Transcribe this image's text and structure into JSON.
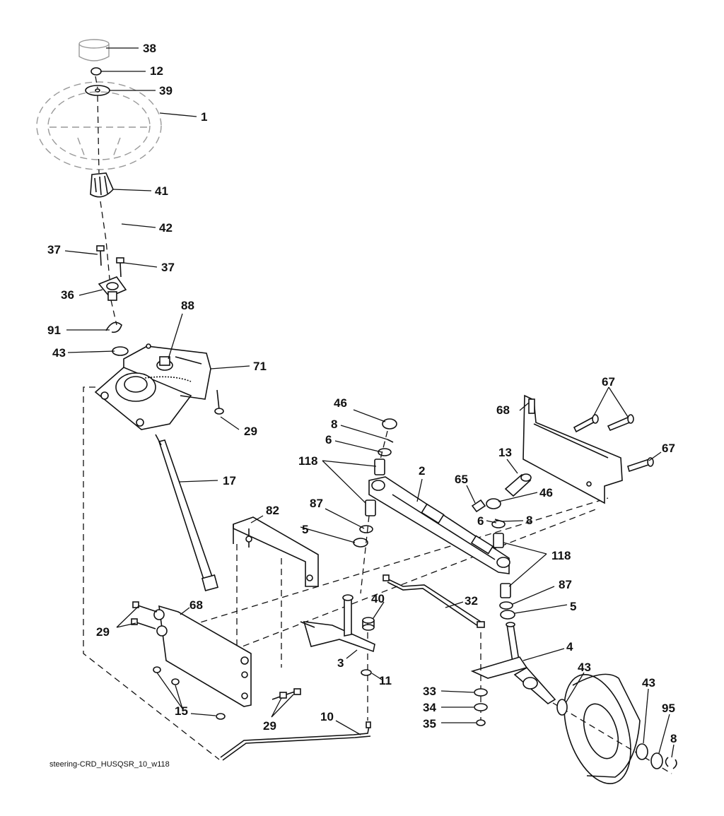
{
  "caption": "steering-CRD_HUSQSR_10_w118",
  "callouts": [
    {
      "id": "c-38",
      "text": "38"
    },
    {
      "id": "c-12",
      "text": "12"
    },
    {
      "id": "c-39",
      "text": "39"
    },
    {
      "id": "c-1",
      "text": "1"
    },
    {
      "id": "c-41",
      "text": "41"
    },
    {
      "id": "c-42",
      "text": "42"
    },
    {
      "id": "c-37a",
      "text": "37"
    },
    {
      "id": "c-37b",
      "text": "37"
    },
    {
      "id": "c-36",
      "text": "36"
    },
    {
      "id": "c-88",
      "text": "88"
    },
    {
      "id": "c-91",
      "text": "91"
    },
    {
      "id": "c-43a",
      "text": "43"
    },
    {
      "id": "c-71",
      "text": "71"
    },
    {
      "id": "c-29a",
      "text": "29"
    },
    {
      "id": "c-17",
      "text": "17"
    },
    {
      "id": "c-46a",
      "text": "46"
    },
    {
      "id": "c-8a",
      "text": "8"
    },
    {
      "id": "c-6a",
      "text": "6"
    },
    {
      "id": "c-118a",
      "text": "118"
    },
    {
      "id": "c-2",
      "text": "2"
    },
    {
      "id": "c-68a",
      "text": "68"
    },
    {
      "id": "c-67a",
      "text": "67"
    },
    {
      "id": "c-67b",
      "text": "67"
    },
    {
      "id": "c-13",
      "text": "13"
    },
    {
      "id": "c-65",
      "text": "65"
    },
    {
      "id": "c-46b",
      "text": "46"
    },
    {
      "id": "c-8b",
      "text": "8"
    },
    {
      "id": "c-6b",
      "text": "6"
    },
    {
      "id": "c-82",
      "text": "82"
    },
    {
      "id": "c-87a",
      "text": "87"
    },
    {
      "id": "c-5a",
      "text": "5"
    },
    {
      "id": "c-118b",
      "text": "118"
    },
    {
      "id": "c-87b",
      "text": "87"
    },
    {
      "id": "c-5b",
      "text": "5"
    },
    {
      "id": "c-32",
      "text": "32"
    },
    {
      "id": "c-40",
      "text": "40"
    },
    {
      "id": "c-29b",
      "text": "29"
    },
    {
      "id": "c-68b",
      "text": "68"
    },
    {
      "id": "c-3",
      "text": "3"
    },
    {
      "id": "c-11",
      "text": "11"
    },
    {
      "id": "c-4",
      "text": "4"
    },
    {
      "id": "c-43b",
      "text": "43"
    },
    {
      "id": "c-15",
      "text": "15"
    },
    {
      "id": "c-29c",
      "text": "29"
    },
    {
      "id": "c-33",
      "text": "33"
    },
    {
      "id": "c-34",
      "text": "34"
    },
    {
      "id": "c-35",
      "text": "35"
    },
    {
      "id": "c-10",
      "text": "10"
    },
    {
      "id": "c-43c",
      "text": "43"
    },
    {
      "id": "c-95",
      "text": "95"
    },
    {
      "id": "c-8c",
      "text": "8"
    }
  ]
}
